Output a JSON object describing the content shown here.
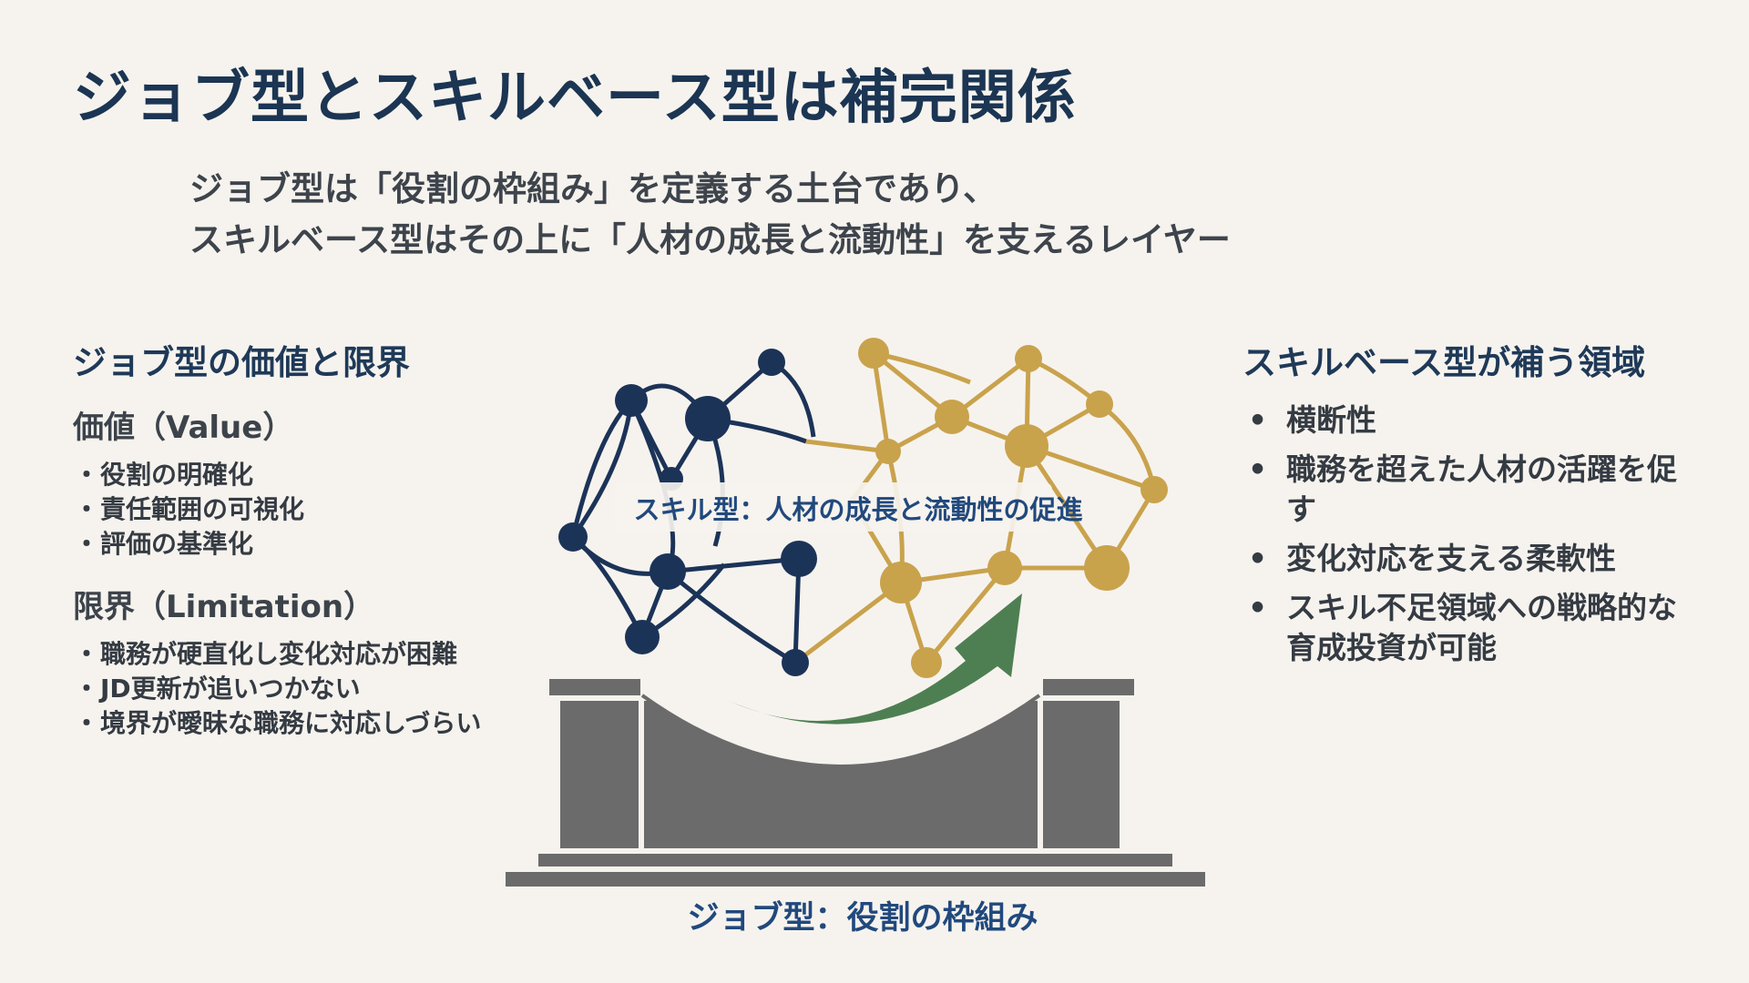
{
  "title": "ジョブ型とスキルベース型は補完関係",
  "subtitle": {
    "line1": "ジョブ型は「役割の枠組み」を定義する土台であり、",
    "line2": "スキルベース型はその上に「人材の成長と流動性」を支えるレイヤー"
  },
  "left": {
    "heading": "ジョブ型の価値と限界",
    "value_heading": "価値（Value）",
    "value_items": [
      "役割の明確化",
      "責任範囲の可視化",
      "評価の基準化"
    ],
    "limit_heading": "限界（Limitation）",
    "limit_items": [
      "職務が硬直化し変化対応が困難",
      "JD更新が追いつかない",
      "境界が曖昧な職務に対応しづらい"
    ]
  },
  "right": {
    "heading": "スキルベース型が補う領域",
    "items": [
      "横断性",
      "職務を超えた人材の活躍を促す",
      "変化対応を支える柔軟性",
      "スキル不足領域への戦略的な育成投資が可能"
    ]
  },
  "diagram": {
    "network_caption": "スキル型：人材の成長と流動性の促進",
    "base_caption": "ジョブ型：役割の枠組み"
  },
  "colors": {
    "title": "#1b3553",
    "navy_node": "#1c3358",
    "gold_node": "#c9a24c",
    "arrow": "#4e7f52",
    "base": "#6b6b6b"
  }
}
